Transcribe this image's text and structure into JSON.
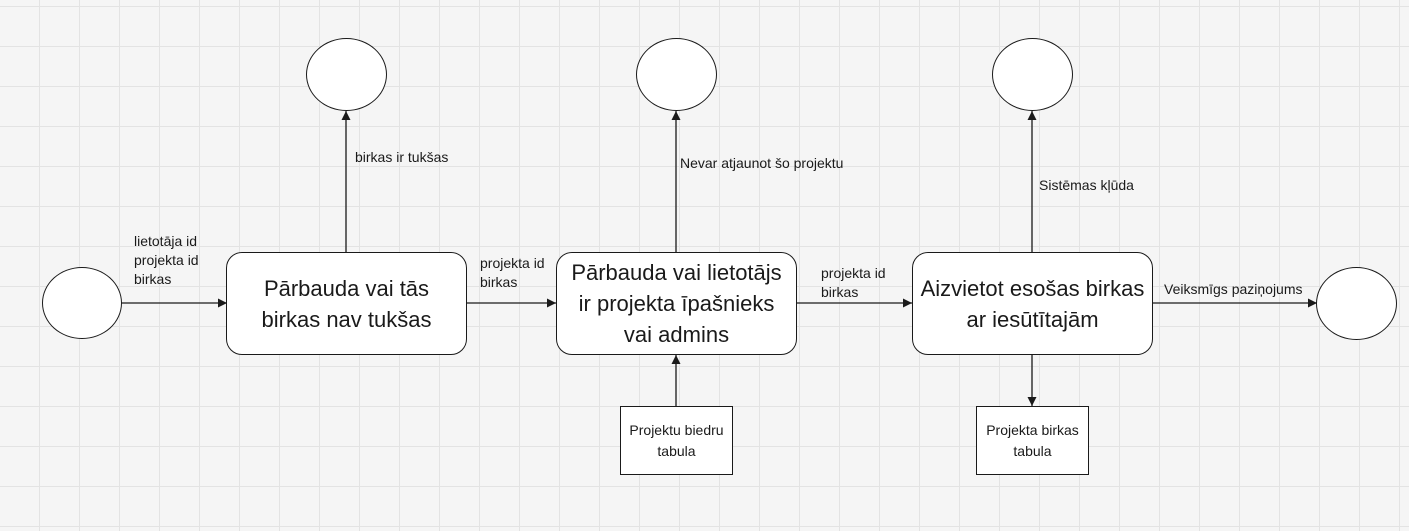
{
  "processes": {
    "check_empty": "Pārbauda vai tās birkas nav tukšas",
    "check_owner": "Pārbauda vai lietotājs ir projekta īpašnieks vai admins",
    "replace_tags": "Aizvietot esošas birkas ar iesūtītajām"
  },
  "stores": {
    "project_members": "Projektu biedru tabula",
    "project_tags": "Projekta birkas tabula"
  },
  "flows": {
    "input": "lietotāja id\nprojekta id\nbirkas",
    "empty_error": "birkas ir tukšas",
    "to_owner_check": "projekta id\nbirkas",
    "cannot_update": "Nevar atjaunot šo projektu",
    "to_replace": "projekta id\nbirkas",
    "system_error": "Sistēmas kļūda",
    "success": "Veiksmīgs paziņojums"
  }
}
